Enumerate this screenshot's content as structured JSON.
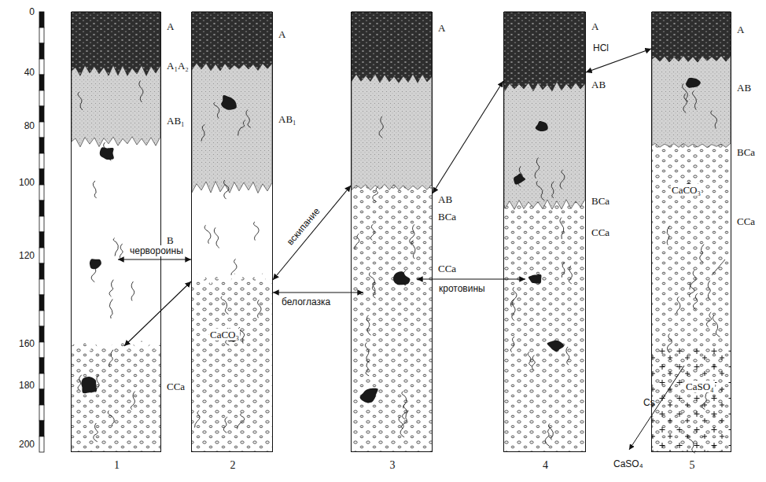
{
  "diagram": {
    "nodes": [
      {
        "text": [
          "A",
          "A₁A₂",
          "AB₁",
          "B",
          "CCa",
          "1"
        ]
      },
      {
        "text": [
          "A",
          "AB₁",
          "CaCO₃",
          "2"
        ]
      },
      {
        "text": [
          "A",
          "AB",
          "BCa",
          "CCa",
          "3"
        ]
      },
      {
        "text": [
          "A",
          "AB",
          "BCa",
          "CCa",
          "4"
        ]
      },
      {
        "text": [
          "A",
          "AB",
          "BCa",
          "CaCO₃",
          "CCa",
          "CaSO₄",
          "5"
        ]
      }
    ],
    "edges": [
      {
        "from": 0,
        "to": 1,
        "arrow": "both",
        "label": "червороины"
      },
      {
        "from": 0,
        "to": 1,
        "arrow": "both"
      },
      {
        "from": 1,
        "to": 2,
        "arrow": "both",
        "label": "вскипание"
      },
      {
        "from": 1,
        "to": 2,
        "arrow": "both",
        "label": "белоглазка"
      },
      {
        "from": 2,
        "to": 3,
        "arrow": "both"
      },
      {
        "from": 2,
        "to": 3,
        "arrow": "both",
        "label": "кротовины"
      },
      {
        "from": 3,
        "to": 4,
        "arrow": "both",
        "label": "HCl"
      }
    ],
    "labels": [
      "0",
      "40",
      "80",
      "100",
      "120",
      "160",
      "180",
      "200",
      "Cs",
      "CaSO₄"
    ]
  }
}
